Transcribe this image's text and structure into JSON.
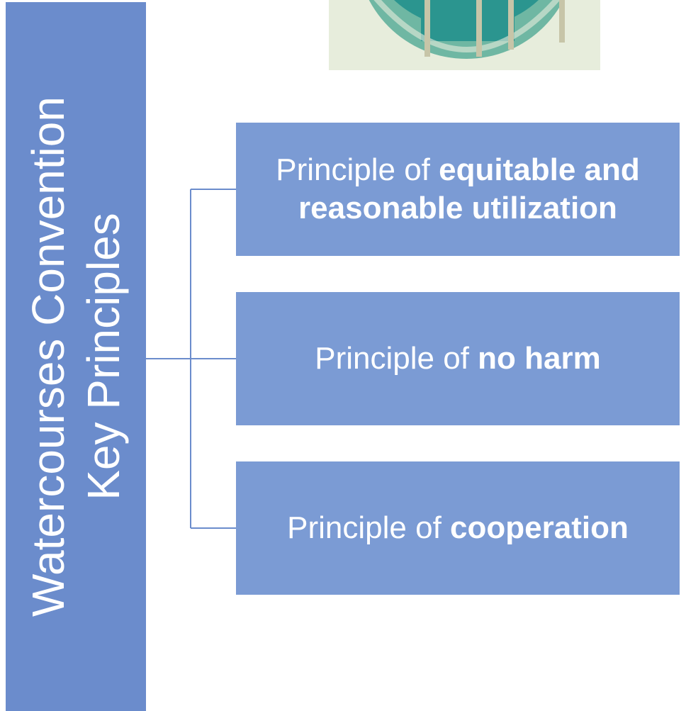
{
  "diagram": {
    "root": {
      "line1": "Watercourses Convention",
      "line2": "Key Principles"
    },
    "principles": [
      {
        "prefix": "Principle of ",
        "emphasis": "equitable and reasonable utilization"
      },
      {
        "prefix": "Principle of ",
        "emphasis": "no harm"
      },
      {
        "prefix": "Principle of ",
        "emphasis": "cooperation"
      }
    ]
  },
  "colors": {
    "root_fill": "#6b8ccc",
    "node_fill": "#7b9bd4",
    "connector": "#6b8ccc",
    "text": "#ffffff"
  },
  "image": {
    "description_icon": "water-globe-icon"
  }
}
